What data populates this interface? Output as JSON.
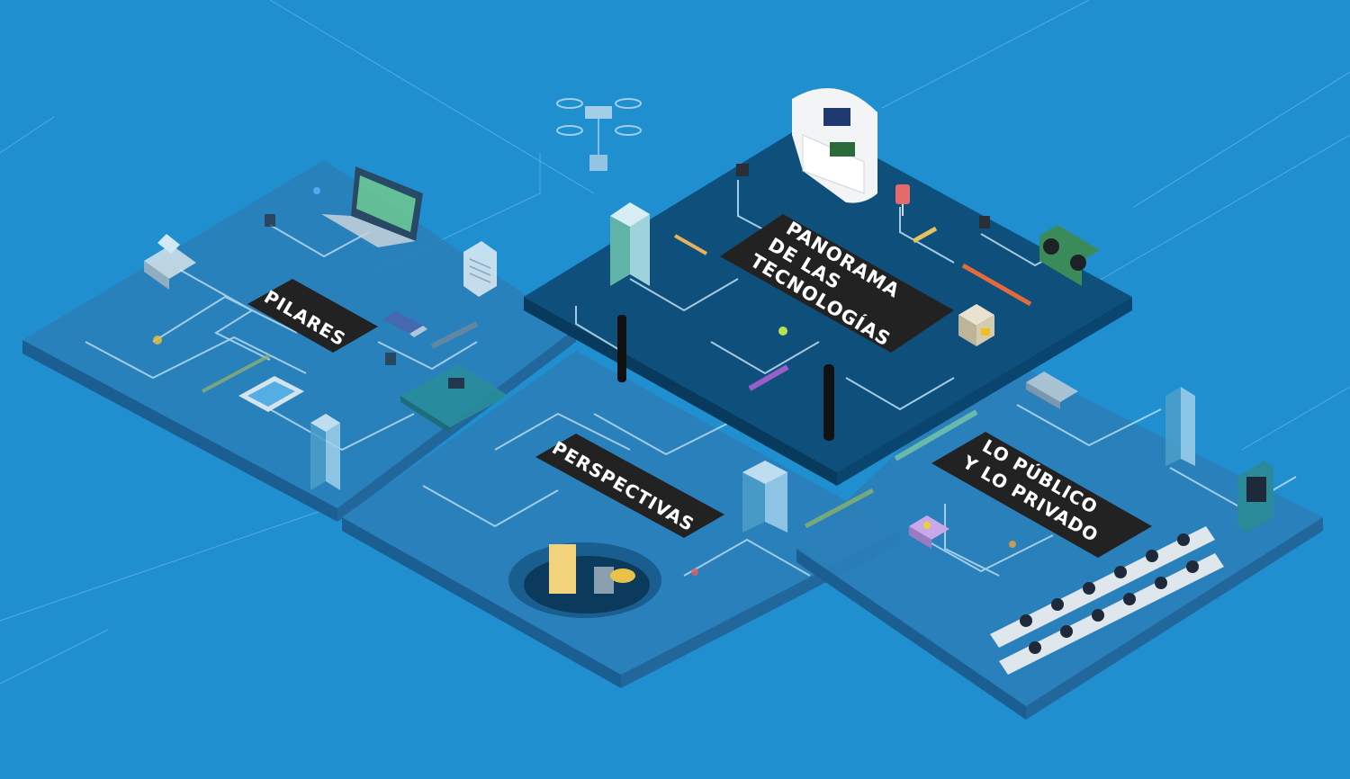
{
  "boards": {
    "center": {
      "line1": "PANORAMA",
      "line2": "DE LAS",
      "line3": "TECNOLOGÍAS"
    },
    "left": {
      "label": "PILARES"
    },
    "middle": {
      "label": "PERSPECTIVAS"
    },
    "right": {
      "line1": "LO PÚBLICO",
      "line2": "Y LO PRIVADO"
    }
  },
  "colors": {
    "background": "#1f8fd0",
    "board_top": "#2a7fb8",
    "board_side": "#1b5f92",
    "center_board_top": "#0f4f7c",
    "center_board_side": "#083a5d",
    "chip": "#222222",
    "chip_text": "#ffffff",
    "trace": "#bfe0f3"
  },
  "icons": [
    "drone-icon",
    "robot-head-icon",
    "building-icon",
    "laptop-icon",
    "fax-machine-icon",
    "document-icon",
    "usb-drive-icon",
    "arduino-board-icon",
    "smartphone-icon",
    "capacitor-icon",
    "led-icon",
    "resistor-icon",
    "transistor-icon",
    "ultrasonic-sensor-icon",
    "stepper-motor-icon",
    "crater-icon",
    "battery-icon",
    "led-matrix-icon",
    "office-workers-icon"
  ]
}
